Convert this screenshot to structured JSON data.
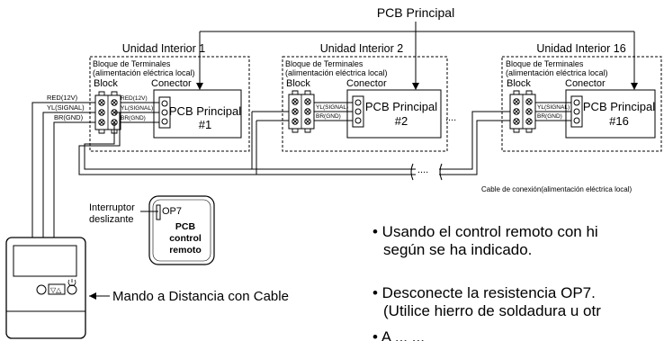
{
  "top_label": "PCB Principal",
  "units": [
    {
      "title": "Unidad Interior 1",
      "pcb_line1": "PCB Principal",
      "pcb_line2": "#1"
    },
    {
      "title": "Unidad Interior 2",
      "pcb_line1": "PCB Principal",
      "pcb_line2": "#2"
    },
    {
      "title": "Unidad Interior 16",
      "pcb_line1": "PCB Principal",
      "pcb_line2": "#16"
    }
  ],
  "terminal_block_line1": "Bloque de Terminales",
  "terminal_block_line2": "(alimentación eléctrica local)",
  "block_label": "Block",
  "connector_label": "Conector",
  "wires": {
    "red": "RED(12V)",
    "yl": "YL(SIGNAL)",
    "br": "BR(GND)"
  },
  "ellipsis": "....",
  "cable_label": "Cable de conexión(alimentación eléctrica local)",
  "switch_label_line1": "Interruptor",
  "switch_label_line2": "deslizante",
  "op7": "OP7",
  "remote_pcb_line1": "PCB",
  "remote_pcb_line2": "control",
  "remote_pcb_line3": "remoto",
  "wired_remote_label": "Mando a Distancia con Cable",
  "bullets": [
    {
      "line1": "• Usando el control remoto con hi",
      "line2": "según se ha indicado."
    },
    {
      "line1": "• Desconecte la resistencia OP7.",
      "line2": "(Utilice hierro de soldadura u otr"
    },
    {
      "line1": "• A  ...  ...",
      "line2": ""
    }
  ]
}
